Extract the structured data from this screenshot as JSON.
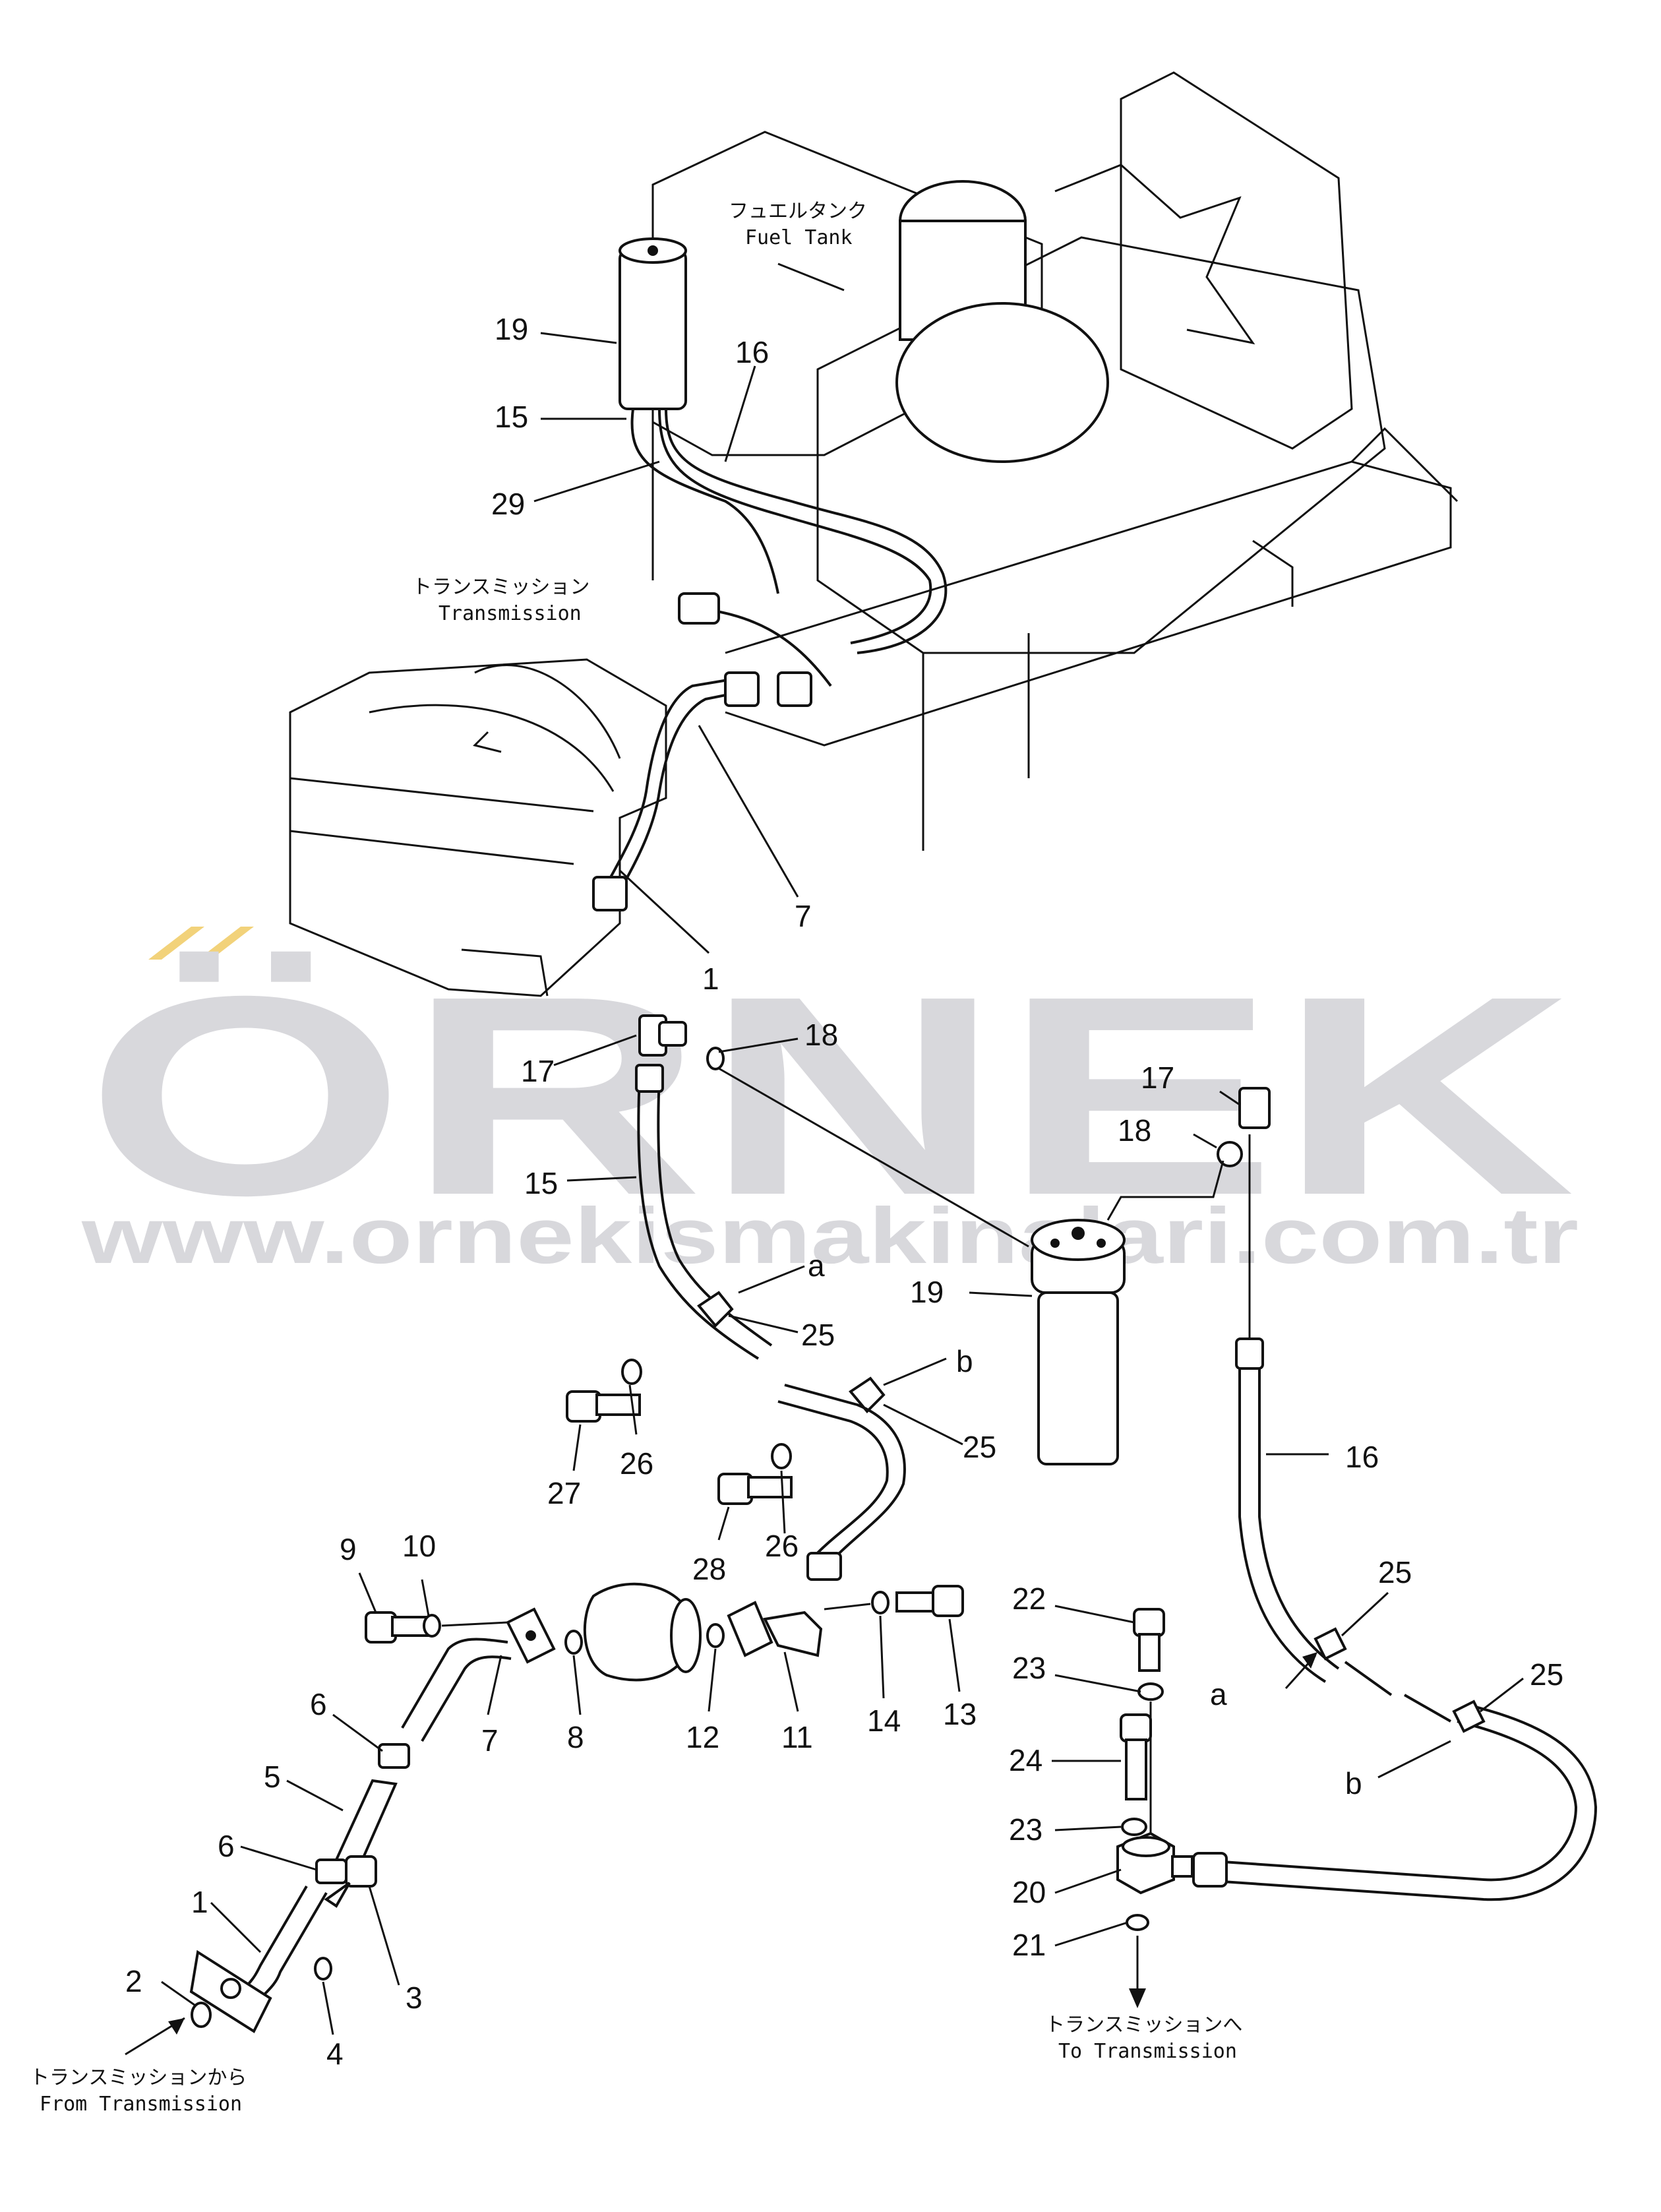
{
  "watermark": {
    "brand": "ÖRNEK",
    "url": "www.ornekismakinalari.com.tr",
    "accent_color": "#f2d27a"
  },
  "captions": {
    "fuel_tank_jp": "フュエルタンク",
    "fuel_tank_en": "Fuel Tank",
    "transmission_jp": "トランスミッション",
    "transmission_en": "Transmission",
    "from_transmission_jp": "トランスミッションから",
    "from_transmission_en": "From Transmission",
    "to_transmission_jp": "トランスミッションへ",
    "to_transmission_en": "To Transmission"
  },
  "callouts": [
    {
      "id": "c19-top",
      "text": "19"
    },
    {
      "id": "c15-top",
      "text": "15"
    },
    {
      "id": "c29",
      "text": "29"
    },
    {
      "id": "c16-top",
      "text": "16"
    },
    {
      "id": "c7-top",
      "text": "7"
    },
    {
      "id": "c1-top",
      "text": "1"
    },
    {
      "id": "c17-left",
      "text": "17"
    },
    {
      "id": "c18-left",
      "text": "18"
    },
    {
      "id": "c15-mid",
      "text": "15"
    },
    {
      "id": "ca-left",
      "text": "a"
    },
    {
      "id": "c25-a",
      "text": "25"
    },
    {
      "id": "cb-left",
      "text": "b"
    },
    {
      "id": "c25-b",
      "text": "25"
    },
    {
      "id": "c27",
      "text": "27"
    },
    {
      "id": "c26-a",
      "text": "26"
    },
    {
      "id": "c28",
      "text": "28"
    },
    {
      "id": "c26-b",
      "text": "26"
    },
    {
      "id": "c17-right",
      "text": "17"
    },
    {
      "id": "c18-right",
      "text": "18"
    },
    {
      "id": "c19-mid",
      "text": "19"
    },
    {
      "id": "c16-mid",
      "text": "16"
    },
    {
      "id": "c9",
      "text": "9"
    },
    {
      "id": "c10",
      "text": "10"
    },
    {
      "id": "c7-bot",
      "text": "7"
    },
    {
      "id": "c8",
      "text": "8"
    },
    {
      "id": "c12",
      "text": "12"
    },
    {
      "id": "c11",
      "text": "11"
    },
    {
      "id": "c14",
      "text": "14"
    },
    {
      "id": "c13",
      "text": "13"
    },
    {
      "id": "c22",
      "text": "22"
    },
    {
      "id": "c23-a",
      "text": "23"
    },
    {
      "id": "c24",
      "text": "24"
    },
    {
      "id": "c23-b",
      "text": "23"
    },
    {
      "id": "c20",
      "text": "20"
    },
    {
      "id": "c21",
      "text": "21"
    },
    {
      "id": "c25-c",
      "text": "25"
    },
    {
      "id": "c25-d",
      "text": "25"
    },
    {
      "id": "ca-right",
      "text": "a"
    },
    {
      "id": "cb-right",
      "text": "b"
    },
    {
      "id": "c6-a",
      "text": "6"
    },
    {
      "id": "c5",
      "text": "5"
    },
    {
      "id": "c6-b",
      "text": "6"
    },
    {
      "id": "c1-bot",
      "text": "1"
    },
    {
      "id": "c2",
      "text": "2"
    },
    {
      "id": "c3",
      "text": "3"
    },
    {
      "id": "c4",
      "text": "4"
    }
  ]
}
